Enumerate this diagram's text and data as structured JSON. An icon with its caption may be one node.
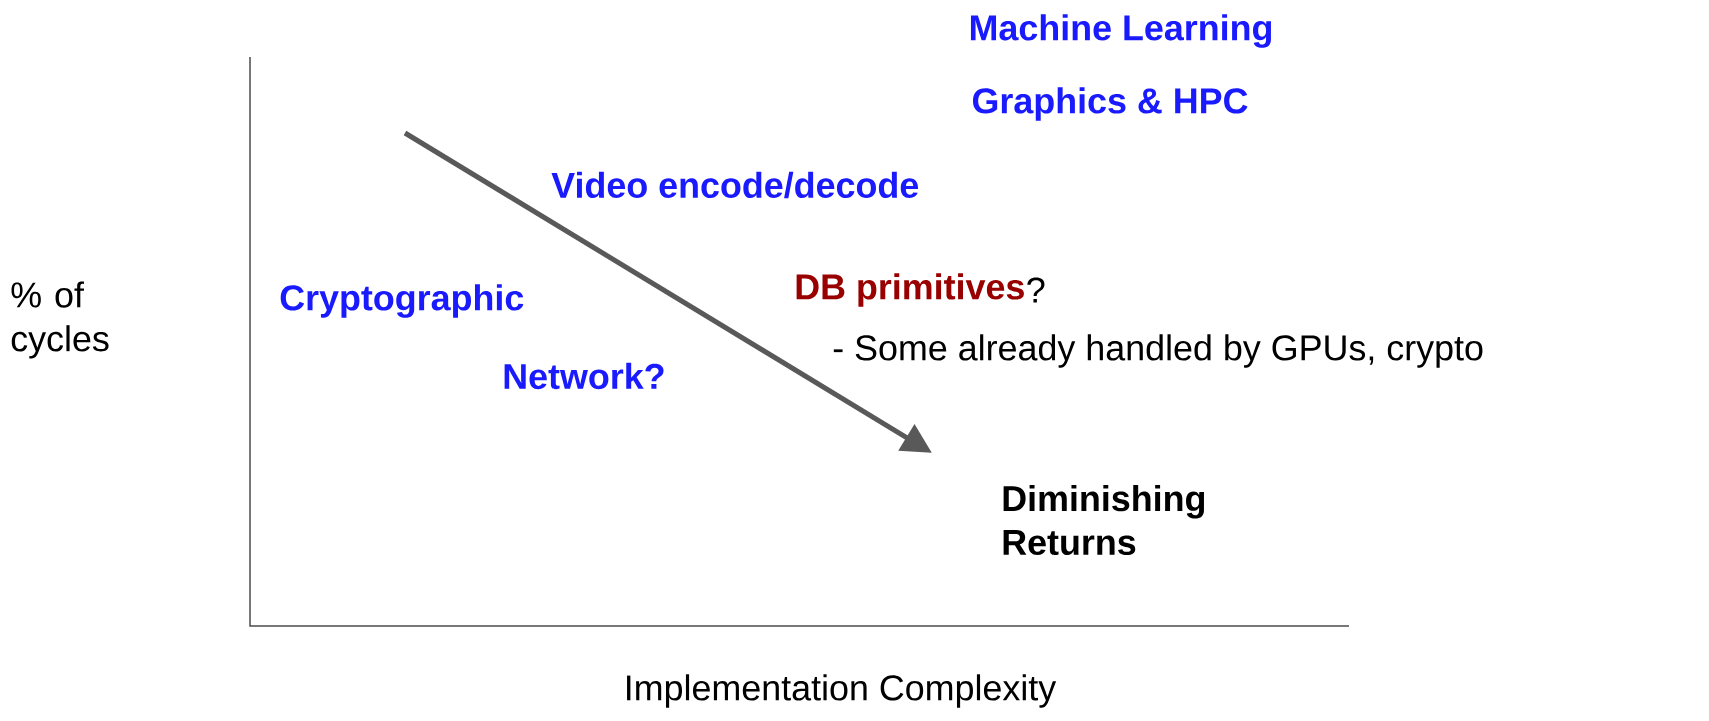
{
  "diagram": {
    "labels": [
      "Machine Learning",
      "Graphics & HPC",
      "Video encode/decode",
      "% of cycles",
      "Cryptographic",
      "DB primitives",
      "?",
      "- Some already handled by GPUs, crypto",
      "Network?",
      "Diminishing Returns",
      "Implementation Complexity"
    ]
  }
}
